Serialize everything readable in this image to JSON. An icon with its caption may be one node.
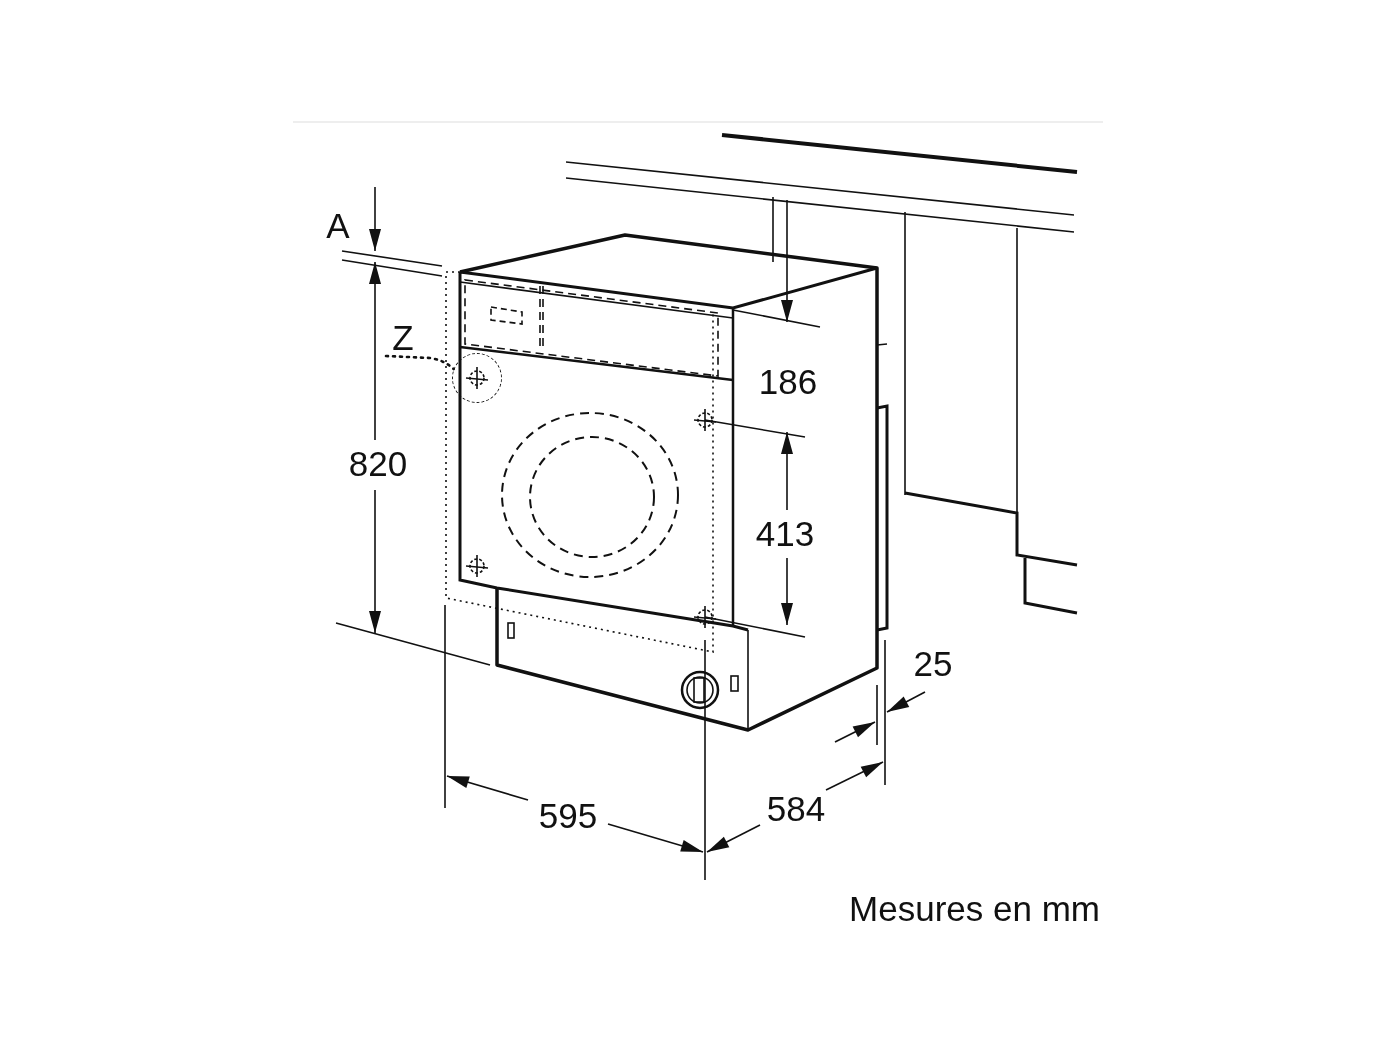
{
  "diagram": {
    "caption": "Mesures en mm",
    "nodes": [
      {
        "text": [
          "Z"
        ]
      },
      {
        "text": [],
        "shape": "circle"
      }
    ],
    "edges": [
      {
        "from": 0,
        "to": 1,
        "arrow": "none",
        "style": "dashed"
      }
    ],
    "labels": [
      "A",
      "820",
      "186",
      "413",
      "25",
      "595",
      "584"
    ]
  }
}
